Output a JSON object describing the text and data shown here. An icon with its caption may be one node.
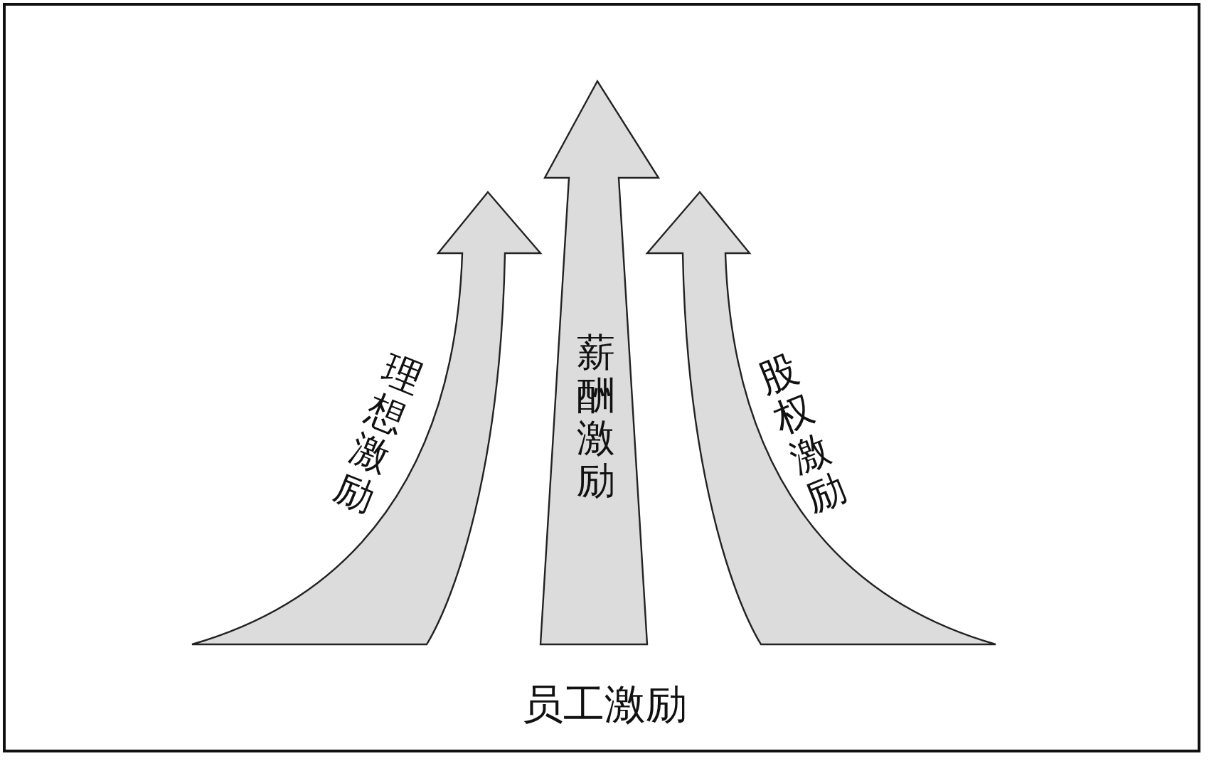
{
  "diagram": {
    "caption": "员工激励",
    "nodes": [
      {
        "text": [
          "理想激励"
        ]
      },
      {
        "text": [
          "薪酬激励"
        ]
      },
      {
        "text": [
          "股权激励"
        ]
      }
    ]
  }
}
